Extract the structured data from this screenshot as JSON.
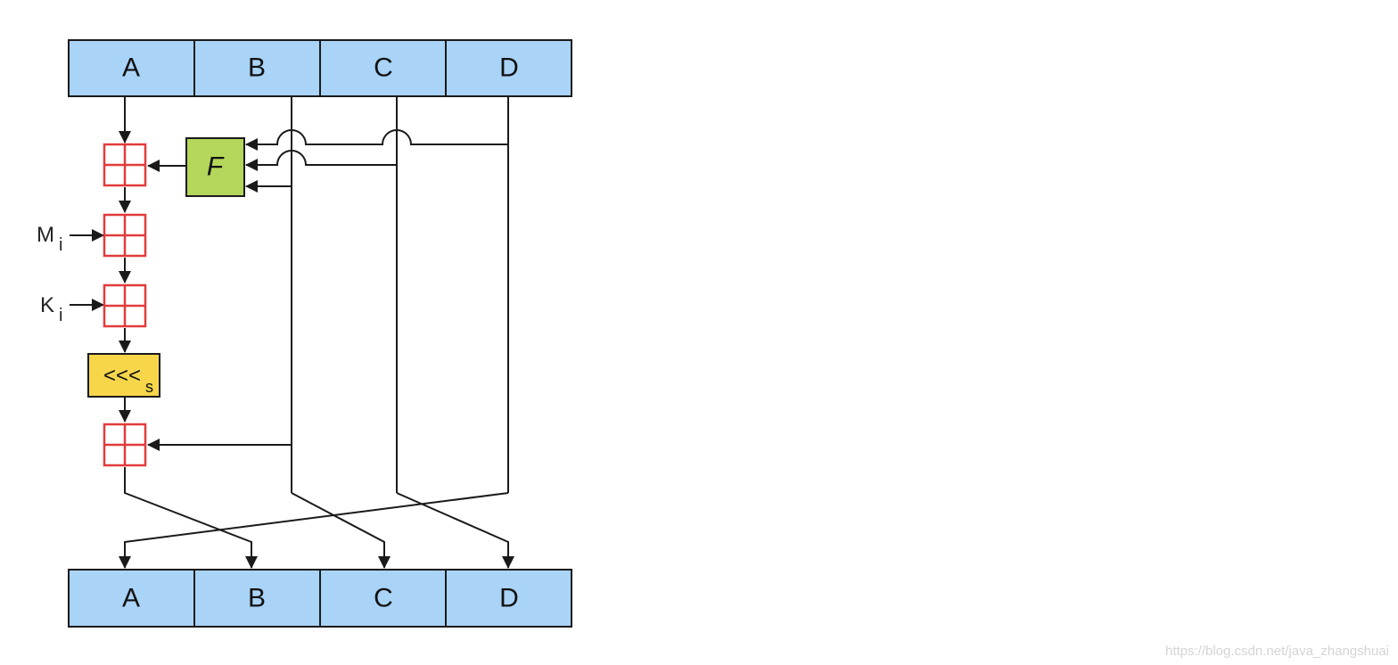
{
  "input_register": {
    "cells": [
      "A",
      "B",
      "C",
      "D"
    ]
  },
  "output_register": {
    "cells": [
      "A",
      "B",
      "C",
      "D"
    ]
  },
  "function_box": {
    "label": "F"
  },
  "message_input": {
    "label": "M",
    "subscript": "i"
  },
  "key_input": {
    "label": "K",
    "subscript": "i"
  },
  "rotate_box": {
    "label": "<<<",
    "subscript": "s"
  },
  "watermark": {
    "text": "https://blog.csdn.net/java_zhangshuai"
  },
  "colors": {
    "register_fill": "#a9d3f7",
    "adder_stroke": "#e23b3b",
    "function_fill": "#b4d65a",
    "rotate_fill": "#f7d64a",
    "line": "#1a1a1a"
  }
}
